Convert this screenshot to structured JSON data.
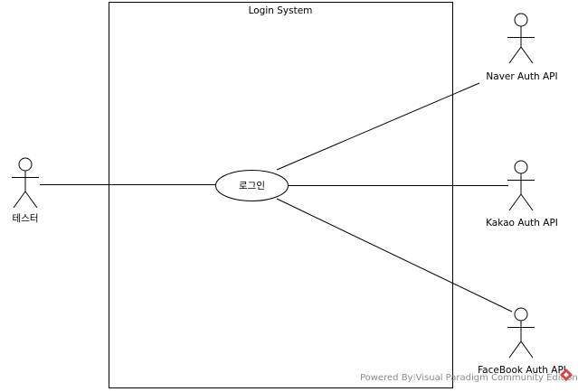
{
  "system": {
    "title": "Login System"
  },
  "use_case": {
    "label": "로그인"
  },
  "actors": {
    "tester": "테스터",
    "naver": "Naver Auth API",
    "kakao": "Kakao Auth API",
    "facebook": "FaceBook Auth API"
  },
  "watermark": {
    "text": "Powered By⁝Visual Paradigm Community Edition"
  },
  "colors": {
    "line": "#000000",
    "watermark_text": "#8c8c8c",
    "watermark_logo": "#d94141"
  }
}
